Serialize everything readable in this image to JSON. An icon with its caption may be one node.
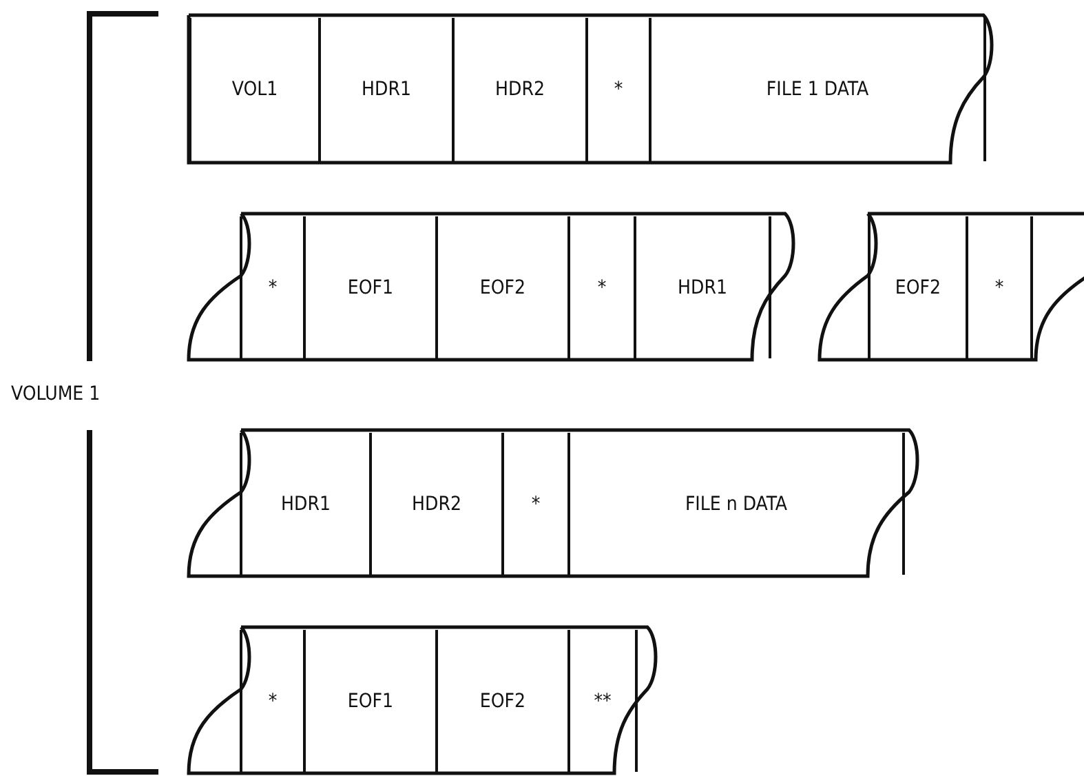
{
  "diagram": {
    "nodes": [
      {
        "text": [
          "VOL1"
        ]
      },
      {
        "text": [
          "HDR1"
        ]
      },
      {
        "text": [
          "HDR2"
        ]
      },
      {
        "text": [
          "*"
        ]
      },
      {
        "text": [
          "FILE 1 DATA"
        ]
      },
      {
        "text": [
          "*"
        ]
      },
      {
        "text": [
          "EOF1"
        ]
      },
      {
        "text": [
          "EOF2"
        ]
      },
      {
        "text": [
          "*"
        ]
      },
      {
        "text": [
          "HDR1"
        ]
      },
      {
        "text": [
          "EOF2"
        ]
      },
      {
        "text": [
          "*"
        ]
      },
      {
        "text": [
          "HDR1"
        ]
      },
      {
        "text": [
          "HDR2"
        ]
      },
      {
        "text": [
          "*"
        ]
      },
      {
        "text": [
          "FILE n DATA"
        ]
      },
      {
        "text": [
          "*"
        ]
      },
      {
        "text": [
          "EOF1"
        ]
      },
      {
        "text": [
          "EOF2"
        ]
      },
      {
        "text": [
          "**"
        ]
      }
    ],
    "edges": [],
    "labels": [
      "VOLUME 1"
    ]
  }
}
